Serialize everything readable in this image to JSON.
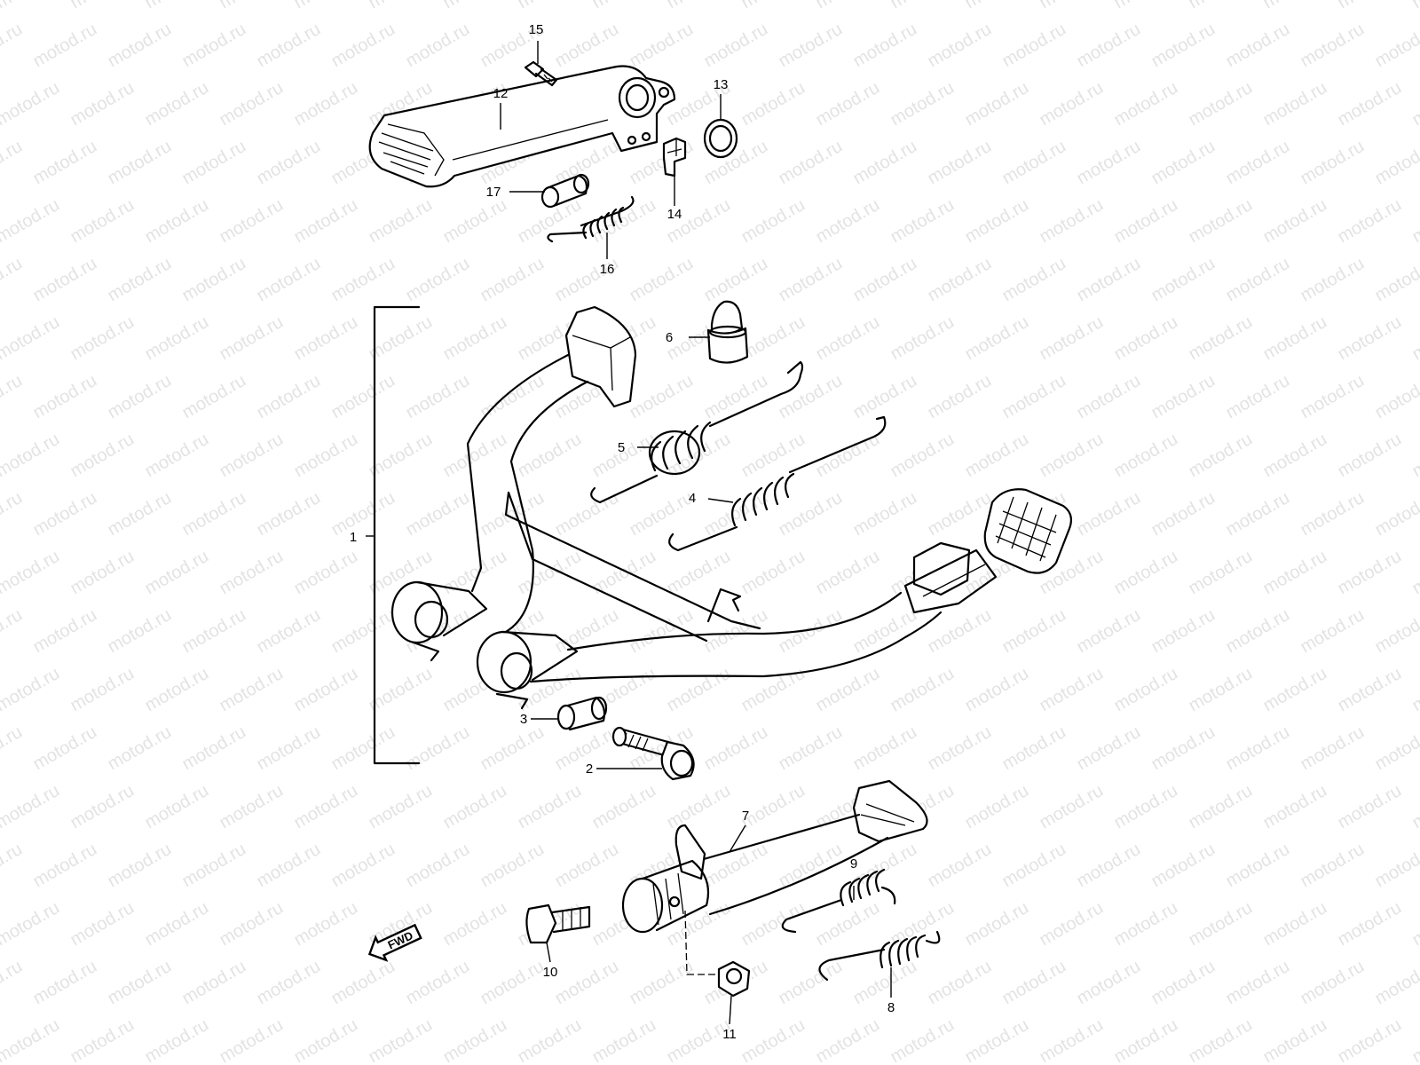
{
  "watermark": "motod.ru",
  "fwd_label": "FWD",
  "callouts": {
    "c1": "1",
    "c2": "2",
    "c3": "3",
    "c4": "4",
    "c5": "5",
    "c6": "6",
    "c7": "7",
    "c8": "8",
    "c9": "9",
    "c10": "10",
    "c11": "11",
    "c12": "12",
    "c13": "13",
    "c14": "14",
    "c15": "15",
    "c16": "16",
    "c17": "17"
  }
}
